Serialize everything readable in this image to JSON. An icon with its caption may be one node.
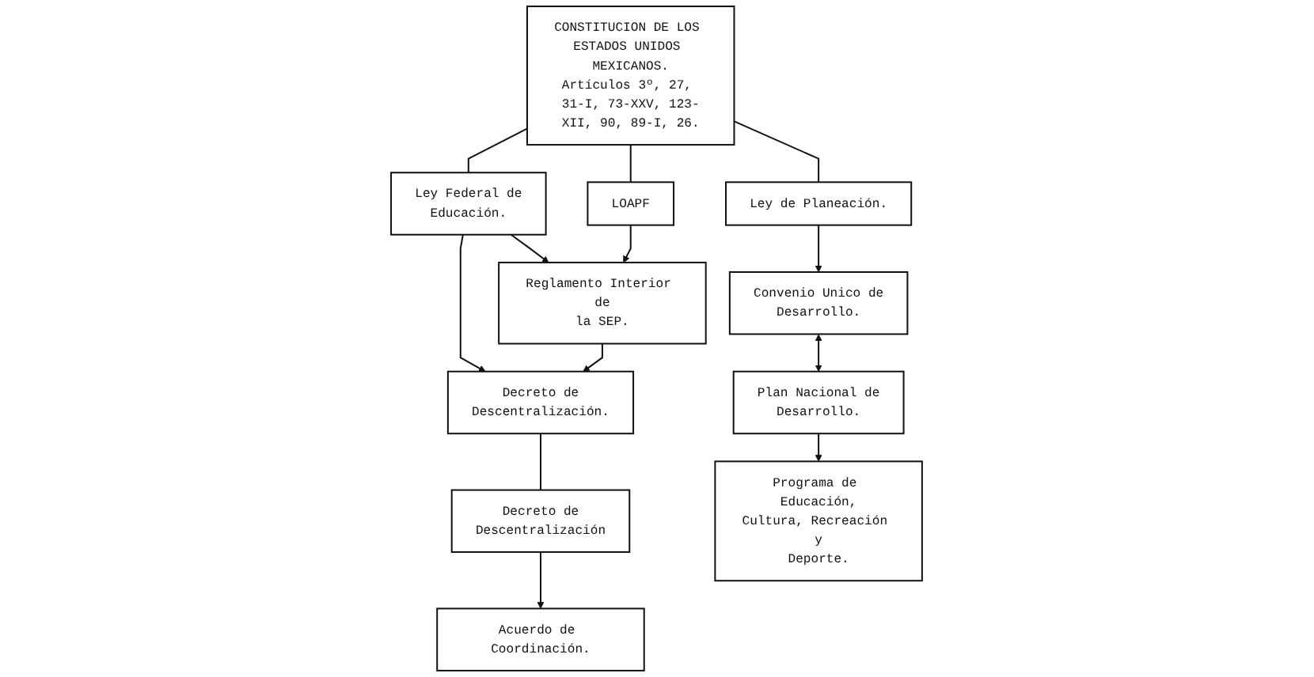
{
  "diagram": {
    "nodes": [
      {
        "text": [
          "CONSTITUCION DE LOS ESTADOS UNIDOS MEXICANOS.",
          "Artículos 3º, 27, 31-I, 73-XXV, 123-XII, 90, 89-I, 26."
        ]
      },
      {
        "text": [
          "Ley Federal de Educación."
        ]
      },
      {
        "text": [
          "LOAPF"
        ]
      },
      {
        "text": [
          "Ley de Planeación."
        ]
      },
      {
        "text": [
          "Reglamento Interior de la SEP."
        ]
      },
      {
        "text": [
          "Decreto de Descentralización."
        ]
      },
      {
        "text": [
          "Decreto de Descentralización"
        ]
      },
      {
        "text": [
          "Acuerdo de Coordinación."
        ]
      },
      {
        "text": [
          "Convenio Unico de Desarrollo."
        ]
      },
      {
        "text": [
          "Plan Nacional de Desarrollo."
        ]
      },
      {
        "text": [
          "Programa de Educación, Cultura, Recreación y Deporte."
        ]
      }
    ],
    "edges": [
      {
        "from": 0,
        "to": 1,
        "arrow": "none"
      },
      {
        "from": 0,
        "to": 2,
        "arrow": "none"
      },
      {
        "from": 0,
        "to": 3,
        "arrow": "none"
      },
      {
        "from": 1,
        "to": 4,
        "arrow": "to"
      },
      {
        "from": 2,
        "to": 4,
        "arrow": "to"
      },
      {
        "from": 1,
        "to": 5,
        "arrow": "to"
      },
      {
        "from": 4,
        "to": 5,
        "arrow": "to"
      },
      {
        "from": 5,
        "to": 6,
        "arrow": "none"
      },
      {
        "from": 6,
        "to": 7,
        "arrow": "to"
      },
      {
        "from": 3,
        "to": 8,
        "arrow": "to"
      },
      {
        "from": 8,
        "to": 9,
        "arrow": "both"
      },
      {
        "from": 9,
        "to": 10,
        "arrow": "to"
      }
    ]
  }
}
